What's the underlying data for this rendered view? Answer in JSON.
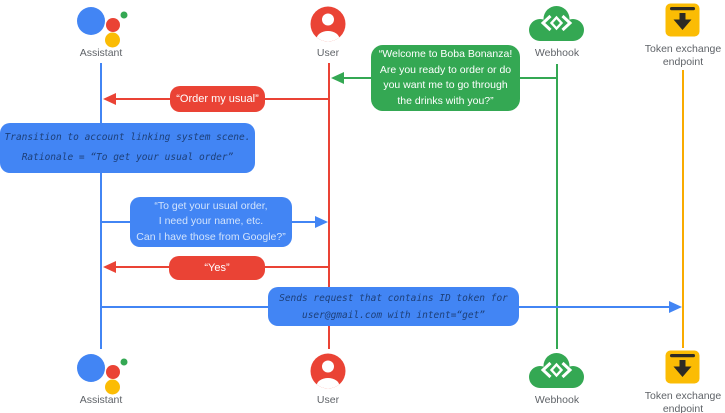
{
  "colors": {
    "blue": "#4285f4",
    "red": "#ea4335",
    "green": "#34a853",
    "yellow": "#fbbc04",
    "yellow_line": "#f9ab00",
    "label_gray": "#5f6368",
    "mono_text": "#1d3f78",
    "light_blue_text": "#d2e3fc",
    "icon_dark": "#2d2a24",
    "white": "#ffffff"
  },
  "actors": {
    "assistant": {
      "label": "Assistant",
      "icon": "google-assistant-icon",
      "lifeline_color": "#4285f4"
    },
    "user": {
      "label": "User",
      "icon": "user-icon",
      "lifeline_color": "#ea4335"
    },
    "webhook": {
      "label": "Webhook",
      "icon": "webhook-cloud-icon",
      "lifeline_color": "#34a853"
    },
    "token": {
      "label": "Token exchange endpoint",
      "icon": "token-exchange-download-icon",
      "lifeline_color": "#f9ab00"
    }
  },
  "messages": {
    "welcome": {
      "from": "webhook",
      "to": "user",
      "color": "#34a853",
      "lines": [
        "“Welcome to Boba Bonanza!",
        "Are you ready to order or do",
        "you want me to go through",
        "the drinks with you?”"
      ]
    },
    "order": {
      "from": "user",
      "to": "assistant",
      "color": "#ea4335",
      "text": "“Order my usual”"
    },
    "transition": {
      "attached_to": "assistant",
      "color": "#4285f4",
      "lines": [
        "Transition to account linking system scene.",
        "Rationale = “To get your usual order”"
      ]
    },
    "ask": {
      "from": "assistant",
      "to": "user",
      "color": "#4285f4",
      "lines": [
        "“To get your usual order,",
        "I need your name, etc.",
        "Can I have those from Google?”"
      ]
    },
    "yes": {
      "from": "user",
      "to": "assistant",
      "color": "#ea4335",
      "text": "“Yes”"
    },
    "send": {
      "from": "assistant",
      "to": "token",
      "color": "#4285f4",
      "lines": [
        "Sends request that contains ID token for",
        "user@gmail.com with intent=“get”"
      ]
    }
  }
}
